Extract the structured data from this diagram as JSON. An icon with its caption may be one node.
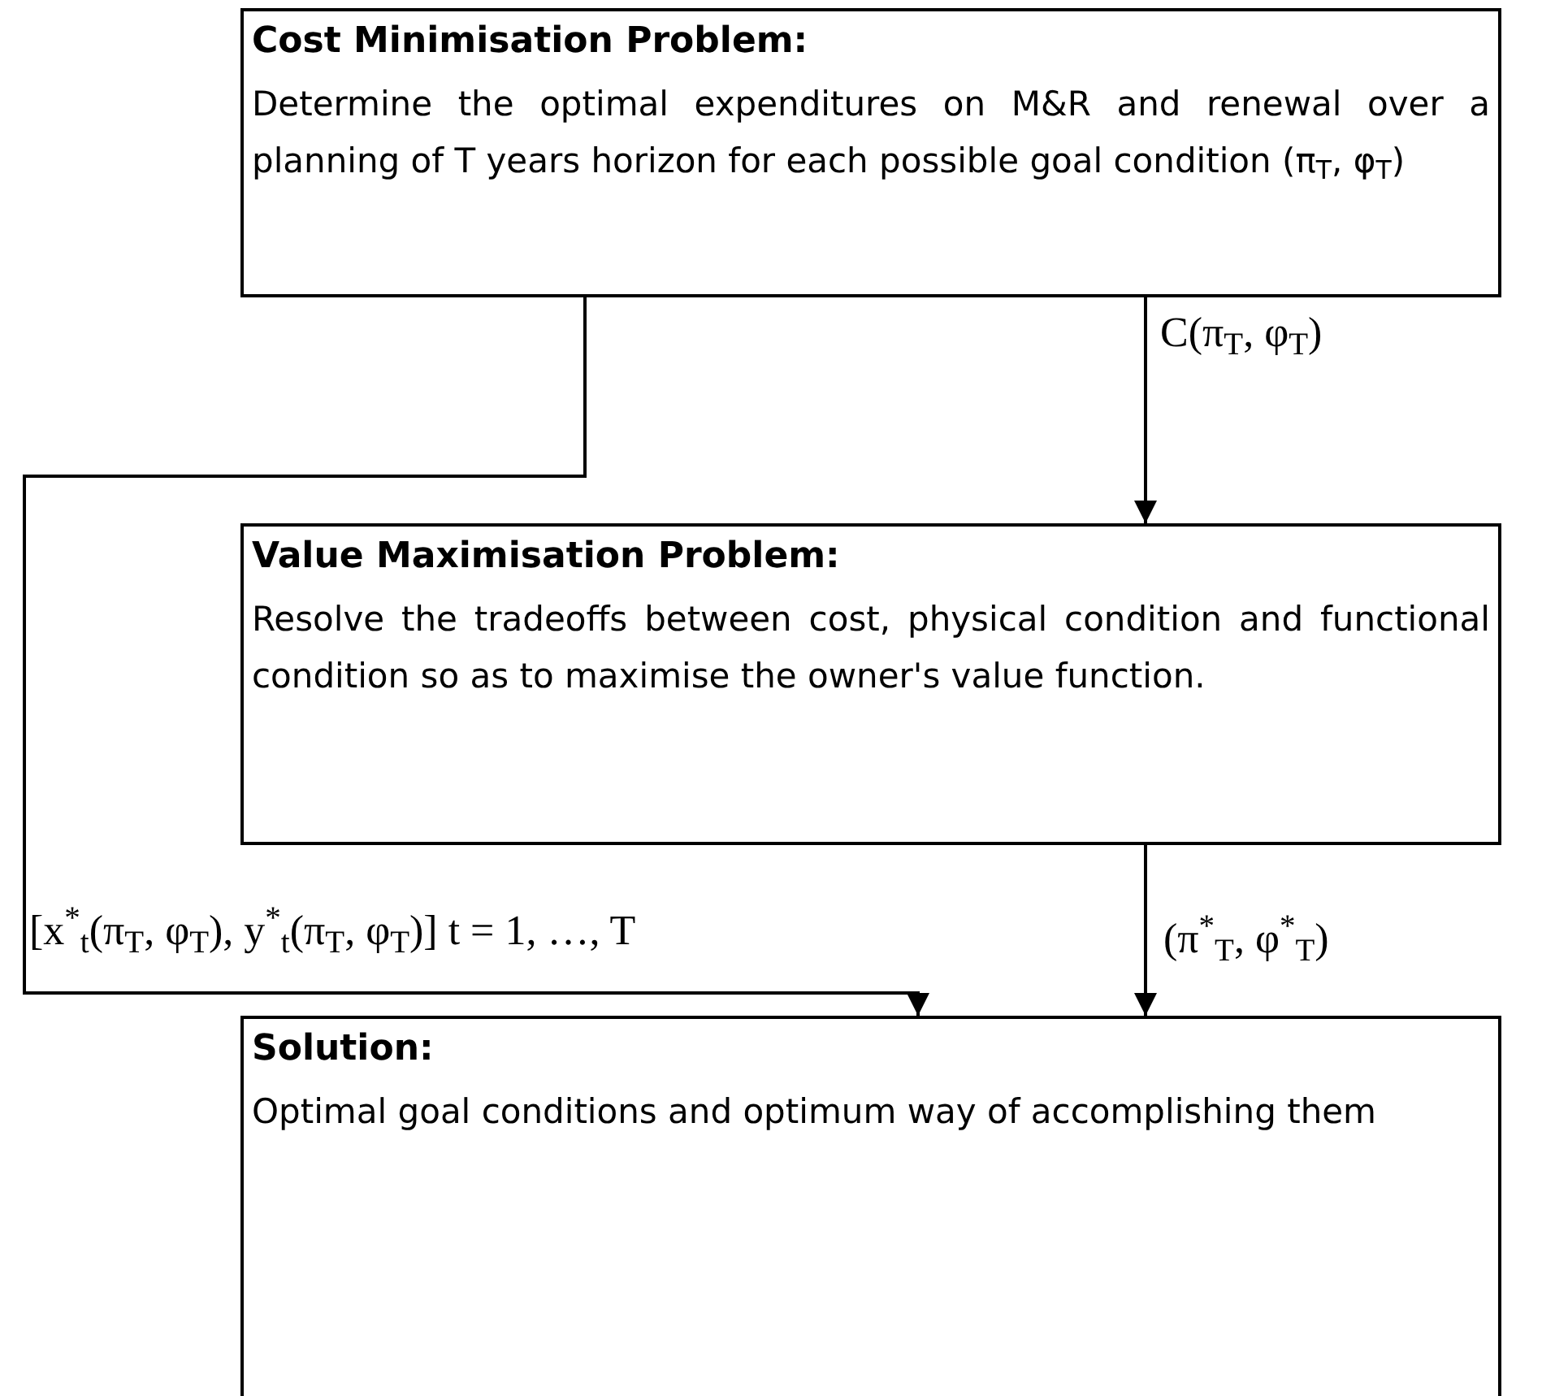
{
  "diagram": {
    "nodes": [
      {
        "text": [
          "Cost Minimisation Problem:",
          "Determine the optimal expenditures on M&R and renewal over a planning of T years horizon for each possible goal condition (π$_{T}$, φ$_{T}$)"
        ]
      },
      {
        "text": [
          "Value Maximisation Problem:",
          "Resolve the tradeoffs between cost, physical condition and functional condition so as to maximise the owner's value function."
        ]
      },
      {
        "text": [
          "Solution:",
          "Optimal goal conditions and optimum way of accomplishing them"
        ]
      }
    ],
    "edges": [
      {
        "from": 0,
        "to": 2,
        "arrow": "to",
        "label": "[x$^{*}$$_{t}$(π$_{T}$, φ$_{T}$), y$^{*}$$_{t}$(π$_{T}$, φ$_{T}$)] t = 1, …, T"
      },
      {
        "from": 0,
        "to": 1,
        "arrow": "to",
        "label": "C(π$_{T}$, φ$_{T}$)"
      },
      {
        "from": 1,
        "to": 2,
        "arrow": "to",
        "label": "(π$^{*}$$_{T}$, φ$^{*}$$_{T}$)"
      }
    ]
  }
}
